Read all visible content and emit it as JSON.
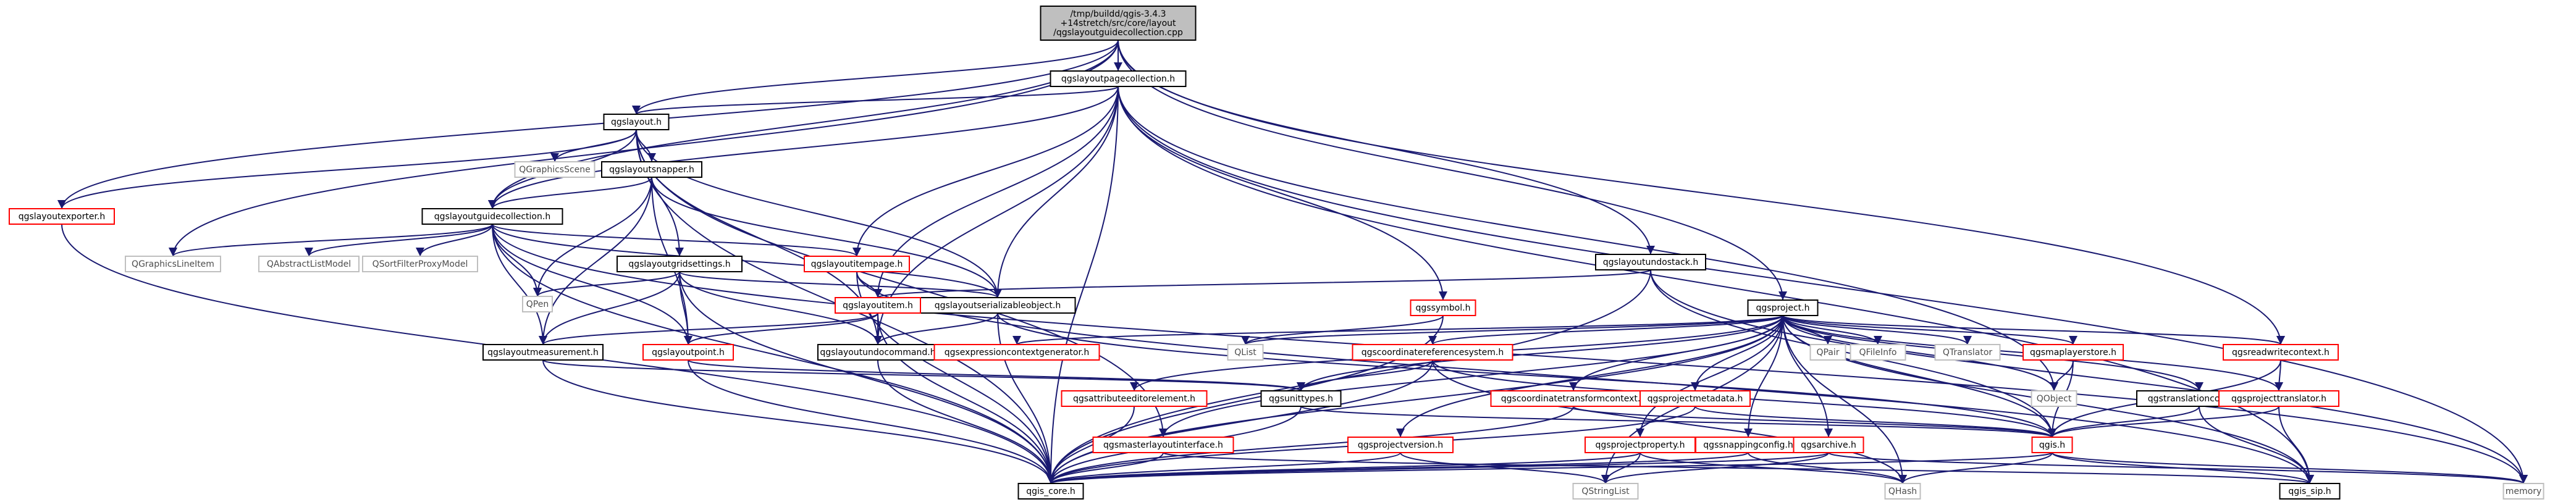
{
  "graph": {
    "colors": {
      "edge": "#191970",
      "root_fill": "#bfbfbf",
      "text_default": "#000000",
      "text_external": "#4d4d4d",
      "text_truncated": "#000000",
      "border_default": "#000000",
      "border_external": "#bfbfbf",
      "border_truncated": "#ff0000"
    },
    "nodes": [
      {
        "id": "root",
        "lines": [
          "/tmp/buildd/qgis-3.4.3",
          "+14stretch/src/core/layout",
          "/qgslayoutguidecollection.cpp"
        ],
        "style": "root"
      },
      {
        "id": "pagecoll",
        "lines": [
          "qgslayoutpagecollection.h"
        ],
        "style": "default"
      },
      {
        "id": "layout",
        "lines": [
          "qgslayout.h"
        ],
        "style": "default"
      },
      {
        "id": "exporter",
        "lines": [
          "qgslayoutexporter.h"
        ],
        "style": "truncated"
      },
      {
        "id": "snapper",
        "lines": [
          "qgslayoutsnapper.h"
        ],
        "style": "default"
      },
      {
        "id": "gscene",
        "lines": [
          "QGraphicsScene"
        ],
        "style": "external"
      },
      {
        "id": "guidecoll",
        "lines": [
          "qgslayoutguidecollection.h"
        ],
        "style": "default"
      },
      {
        "id": "glineitem",
        "lines": [
          "QGraphicsLineItem"
        ],
        "style": "external"
      },
      {
        "id": "qalm",
        "lines": [
          "QAbstractListModel"
        ],
        "style": "external"
      },
      {
        "id": "qsfpm",
        "lines": [
          "QSortFilterProxyModel"
        ],
        "style": "external"
      },
      {
        "id": "itempage",
        "lines": [
          "qgslayoutitempage.h"
        ],
        "style": "truncated"
      },
      {
        "id": "gridsettings",
        "lines": [
          "qgslayoutgridsettings.h"
        ],
        "style": "default"
      },
      {
        "id": "qpen",
        "lines": [
          "QPen"
        ],
        "style": "external"
      },
      {
        "id": "serializable",
        "lines": [
          "qgslayoutserializableobject.h"
        ],
        "style": "default"
      },
      {
        "id": "layoutitem",
        "lines": [
          "qgslayoutitem.h"
        ],
        "style": "truncated"
      },
      {
        "id": "measurement",
        "lines": [
          "qgslayoutmeasurement.h"
        ],
        "style": "default"
      },
      {
        "id": "layoutpoint",
        "lines": [
          "qgslayoutpoint.h"
        ],
        "style": "truncated"
      },
      {
        "id": "undocmd",
        "lines": [
          "qgslayoutundocommand.h"
        ],
        "style": "default"
      },
      {
        "id": "undostack",
        "lines": [
          "qgslayoutundostack.h"
        ],
        "style": "default"
      },
      {
        "id": "symbol",
        "lines": [
          "qgssymbol.h"
        ],
        "style": "truncated"
      },
      {
        "id": "project",
        "lines": [
          "qgsproject.h"
        ],
        "style": "default"
      },
      {
        "id": "qlist",
        "lines": [
          "QList"
        ],
        "style": "external"
      },
      {
        "id": "exprgen",
        "lines": [
          "qgsexpressioncontextgenerator.h"
        ],
        "style": "truncated"
      },
      {
        "id": "crs",
        "lines": [
          "qgscoordinatereferencesystem.h"
        ],
        "style": "truncated"
      },
      {
        "id": "attreditor",
        "lines": [
          "qgsattributeeditorelement.h"
        ],
        "style": "truncated"
      },
      {
        "id": "unittypes",
        "lines": [
          "qgsunittypes.h"
        ],
        "style": "default"
      },
      {
        "id": "ctcontext",
        "lines": [
          "qgscoordinatetransformcontext.h"
        ],
        "style": "truncated"
      },
      {
        "id": "projmeta",
        "lines": [
          "qgsprojectmetadata.h"
        ],
        "style": "truncated"
      },
      {
        "id": "mlinterface",
        "lines": [
          "qgsmasterlayoutinterface.h"
        ],
        "style": "truncated"
      },
      {
        "id": "projversion",
        "lines": [
          "qgsprojectversion.h"
        ],
        "style": "truncated"
      },
      {
        "id": "projproperty",
        "lines": [
          "qgsprojectproperty.h"
        ],
        "style": "truncated"
      },
      {
        "id": "snapconfig",
        "lines": [
          "qgssnappingconfig.h"
        ],
        "style": "truncated"
      },
      {
        "id": "archive",
        "lines": [
          "qgsarchive.h"
        ],
        "style": "truncated"
      },
      {
        "id": "qpair",
        "lines": [
          "QPair"
        ],
        "style": "external"
      },
      {
        "id": "qfileinfo",
        "lines": [
          "QFileInfo"
        ],
        "style": "external"
      },
      {
        "id": "qtranslator",
        "lines": [
          "QTranslator"
        ],
        "style": "external"
      },
      {
        "id": "mlstore",
        "lines": [
          "qgsmaplayerstore.h"
        ],
        "style": "truncated"
      },
      {
        "id": "qobject",
        "lines": [
          "QObject"
        ],
        "style": "external"
      },
      {
        "id": "readwritectx",
        "lines": [
          "qgsreadwritecontext.h"
        ],
        "style": "truncated"
      },
      {
        "id": "translationctx",
        "lines": [
          "qgstranslationcontext.h"
        ],
        "style": "default"
      },
      {
        "id": "projtranslator",
        "lines": [
          "qgsprojecttranslator.h"
        ],
        "style": "truncated"
      },
      {
        "id": "qgis",
        "lines": [
          "qgis.h"
        ],
        "style": "truncated"
      },
      {
        "id": "qgscore",
        "lines": [
          "qgis_core.h"
        ],
        "style": "default"
      },
      {
        "id": "qstringlist",
        "lines": [
          "QStringList"
        ],
        "style": "external"
      },
      {
        "id": "qhash",
        "lines": [
          "QHash"
        ],
        "style": "external"
      },
      {
        "id": "qgissip",
        "lines": [
          "qgis_sip.h"
        ],
        "style": "default"
      },
      {
        "id": "memory",
        "lines": [
          "memory"
        ],
        "style": "external"
      }
    ],
    "edges": [
      [
        "root",
        "pagecoll"
      ],
      [
        "root",
        "layout"
      ],
      [
        "root",
        "guidecoll"
      ],
      [
        "root",
        "exporter"
      ],
      [
        "root",
        "glineitem"
      ],
      [
        "root",
        "undostack"
      ],
      [
        "root",
        "project"
      ],
      [
        "root",
        "readwritectx"
      ],
      [
        "pagecoll",
        "layout"
      ],
      [
        "pagecoll",
        "guidecoll"
      ],
      [
        "pagecoll",
        "itempage"
      ],
      [
        "pagecoll",
        "serializable"
      ],
      [
        "pagecoll",
        "layoutitem"
      ],
      [
        "pagecoll",
        "qgscore"
      ],
      [
        "pagecoll",
        "qobject"
      ],
      [
        "pagecoll",
        "qgissip"
      ],
      [
        "pagecoll",
        "memory"
      ],
      [
        "pagecoll",
        "undocmd"
      ],
      [
        "pagecoll",
        "symbol"
      ],
      [
        "layout",
        "gscene"
      ],
      [
        "layout",
        "snapper"
      ],
      [
        "layout",
        "guidecoll"
      ],
      [
        "layout",
        "gridsettings"
      ],
      [
        "layout",
        "exporter"
      ],
      [
        "layout",
        "undocmd"
      ],
      [
        "layout",
        "mlinterface"
      ],
      [
        "layout",
        "qgscore"
      ],
      [
        "layout",
        "serializable"
      ],
      [
        "snapper",
        "guidecoll"
      ],
      [
        "snapper",
        "qpen"
      ],
      [
        "snapper",
        "serializable"
      ],
      [
        "snapper",
        "measurement"
      ],
      [
        "snapper",
        "layoutpoint"
      ],
      [
        "guidecoll",
        "glineitem"
      ],
      [
        "guidecoll",
        "qalm"
      ],
      [
        "guidecoll",
        "qsfpm"
      ],
      [
        "guidecoll",
        "qpen"
      ],
      [
        "guidecoll",
        "measurement"
      ],
      [
        "guidecoll",
        "layoutpoint"
      ],
      [
        "guidecoll",
        "serializable"
      ],
      [
        "guidecoll",
        "itempage"
      ],
      [
        "guidecoll",
        "qgscore"
      ],
      [
        "guidecoll",
        "memory"
      ],
      [
        "exporter",
        "qgscore"
      ],
      [
        "itempage",
        "layoutitem"
      ],
      [
        "itempage",
        "qgscore"
      ],
      [
        "itempage",
        "qgissip"
      ],
      [
        "gridsettings",
        "qpen"
      ],
      [
        "gridsettings",
        "serializable"
      ],
      [
        "gridsettings",
        "measurement"
      ],
      [
        "gridsettings",
        "layoutpoint"
      ],
      [
        "gridsettings",
        "undocmd"
      ],
      [
        "gridsettings",
        "qgscore"
      ],
      [
        "serializable",
        "undocmd"
      ],
      [
        "serializable",
        "qgis"
      ],
      [
        "serializable",
        "qgscore"
      ],
      [
        "layoutitem",
        "undocmd"
      ],
      [
        "layoutitem",
        "layoutpoint"
      ],
      [
        "layoutitem",
        "measurement"
      ],
      [
        "layoutitem",
        "qgscore"
      ],
      [
        "measurement",
        "unittypes"
      ],
      [
        "measurement",
        "qgscore"
      ],
      [
        "layoutpoint",
        "unittypes"
      ],
      [
        "layoutpoint",
        "qgscore"
      ],
      [
        "undocmd",
        "qgscore"
      ],
      [
        "undostack",
        "layoutitem"
      ],
      [
        "undostack",
        "qgscore"
      ],
      [
        "undostack",
        "memory"
      ],
      [
        "undostack",
        "qgis"
      ],
      [
        "symbol",
        "qlist"
      ],
      [
        "symbol",
        "qgscore"
      ],
      [
        "project",
        "qlist"
      ],
      [
        "project",
        "exprgen"
      ],
      [
        "project",
        "crs"
      ],
      [
        "project",
        "attreditor"
      ],
      [
        "project",
        "unittypes"
      ],
      [
        "project",
        "ctcontext"
      ],
      [
        "project",
        "projmeta"
      ],
      [
        "project",
        "projversion"
      ],
      [
        "project",
        "projproperty"
      ],
      [
        "project",
        "snapconfig"
      ],
      [
        "project",
        "archive"
      ],
      [
        "project",
        "qpair"
      ],
      [
        "project",
        "qfileinfo"
      ],
      [
        "project",
        "qtranslator"
      ],
      [
        "project",
        "mlstore"
      ],
      [
        "project",
        "qobject"
      ],
      [
        "project",
        "readwritectx"
      ],
      [
        "project",
        "translationctx"
      ],
      [
        "project",
        "projtranslator"
      ],
      [
        "project",
        "qgis"
      ],
      [
        "project",
        "qgscore"
      ],
      [
        "project",
        "qgissip"
      ],
      [
        "project",
        "mlinterface"
      ],
      [
        "project",
        "qstringlist"
      ],
      [
        "project",
        "qhash"
      ],
      [
        "crs",
        "unittypes"
      ],
      [
        "crs",
        "qgis"
      ],
      [
        "crs",
        "qgscore"
      ],
      [
        "crs",
        "qhash"
      ],
      [
        "unittypes",
        "qgis"
      ],
      [
        "unittypes",
        "qgscore"
      ],
      [
        "ctcontext",
        "qgis"
      ],
      [
        "ctcontext",
        "qgscore"
      ],
      [
        "projmeta",
        "qgis"
      ],
      [
        "projmeta",
        "qgscore"
      ],
      [
        "mlinterface",
        "qgscore"
      ],
      [
        "mlinterface",
        "qgissip"
      ],
      [
        "projversion",
        "qgscore"
      ],
      [
        "projversion",
        "qstringlist"
      ],
      [
        "projproperty",
        "qgscore"
      ],
      [
        "projproperty",
        "qstringlist"
      ],
      [
        "projproperty",
        "qhash"
      ],
      [
        "snapconfig",
        "qgscore"
      ],
      [
        "snapconfig",
        "qhash"
      ],
      [
        "archive",
        "qgscore"
      ],
      [
        "archive",
        "qstringlist"
      ],
      [
        "archive",
        "memory"
      ],
      [
        "mlstore",
        "qobject"
      ],
      [
        "mlstore",
        "qgis"
      ],
      [
        "readwritectx",
        "projtranslator"
      ],
      [
        "readwritectx",
        "qgis"
      ],
      [
        "translationctx",
        "qgis"
      ],
      [
        "translationctx",
        "qgissip"
      ],
      [
        "projtranslator",
        "qgis"
      ],
      [
        "projtranslator",
        "qgissip"
      ],
      [
        "qgis",
        "qgscore"
      ],
      [
        "qgis",
        "qgissip"
      ],
      [
        "qgis",
        "qhash"
      ],
      [
        "qgis",
        "memory"
      ],
      [
        "attreditor",
        "qgscore"
      ]
    ]
  }
}
